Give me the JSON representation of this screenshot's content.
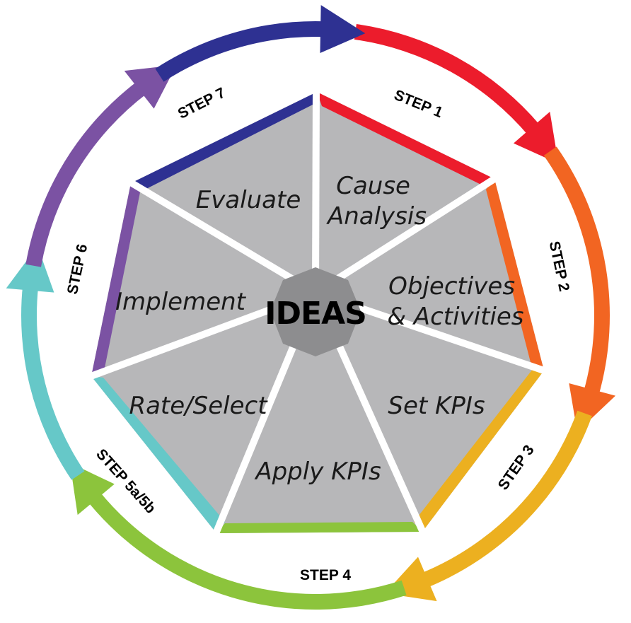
{
  "center": {
    "label": "IDEAS"
  },
  "stages": [
    {
      "key": "cause",
      "lines": [
        "Cause",
        "Analysis"
      ],
      "step": "STEP 1",
      "color": "#ec1c2c"
    },
    {
      "key": "objectives",
      "lines": [
        "Objectives",
        "& Activities"
      ],
      "step": "STEP 2",
      "color": "#f26522"
    },
    {
      "key": "setkpis",
      "lines": [
        "Set KPIs"
      ],
      "step": "STEP 3",
      "color": "#ecb020"
    },
    {
      "key": "applykpis",
      "lines": [
        "Apply KPIs"
      ],
      "step": "STEP 4",
      "color": "#8cc43c"
    },
    {
      "key": "rate",
      "lines": [
        "Rate/Select"
      ],
      "step": "STEP 5a/5b",
      "color": "#66c8c8"
    },
    {
      "key": "implement",
      "lines": [
        "Implement"
      ],
      "step": "STEP 6",
      "color": "#7b52a3"
    },
    {
      "key": "evaluate",
      "lines": [
        "Evaluate"
      ],
      "step": "STEP 7",
      "color": "#2e3192"
    }
  ]
}
